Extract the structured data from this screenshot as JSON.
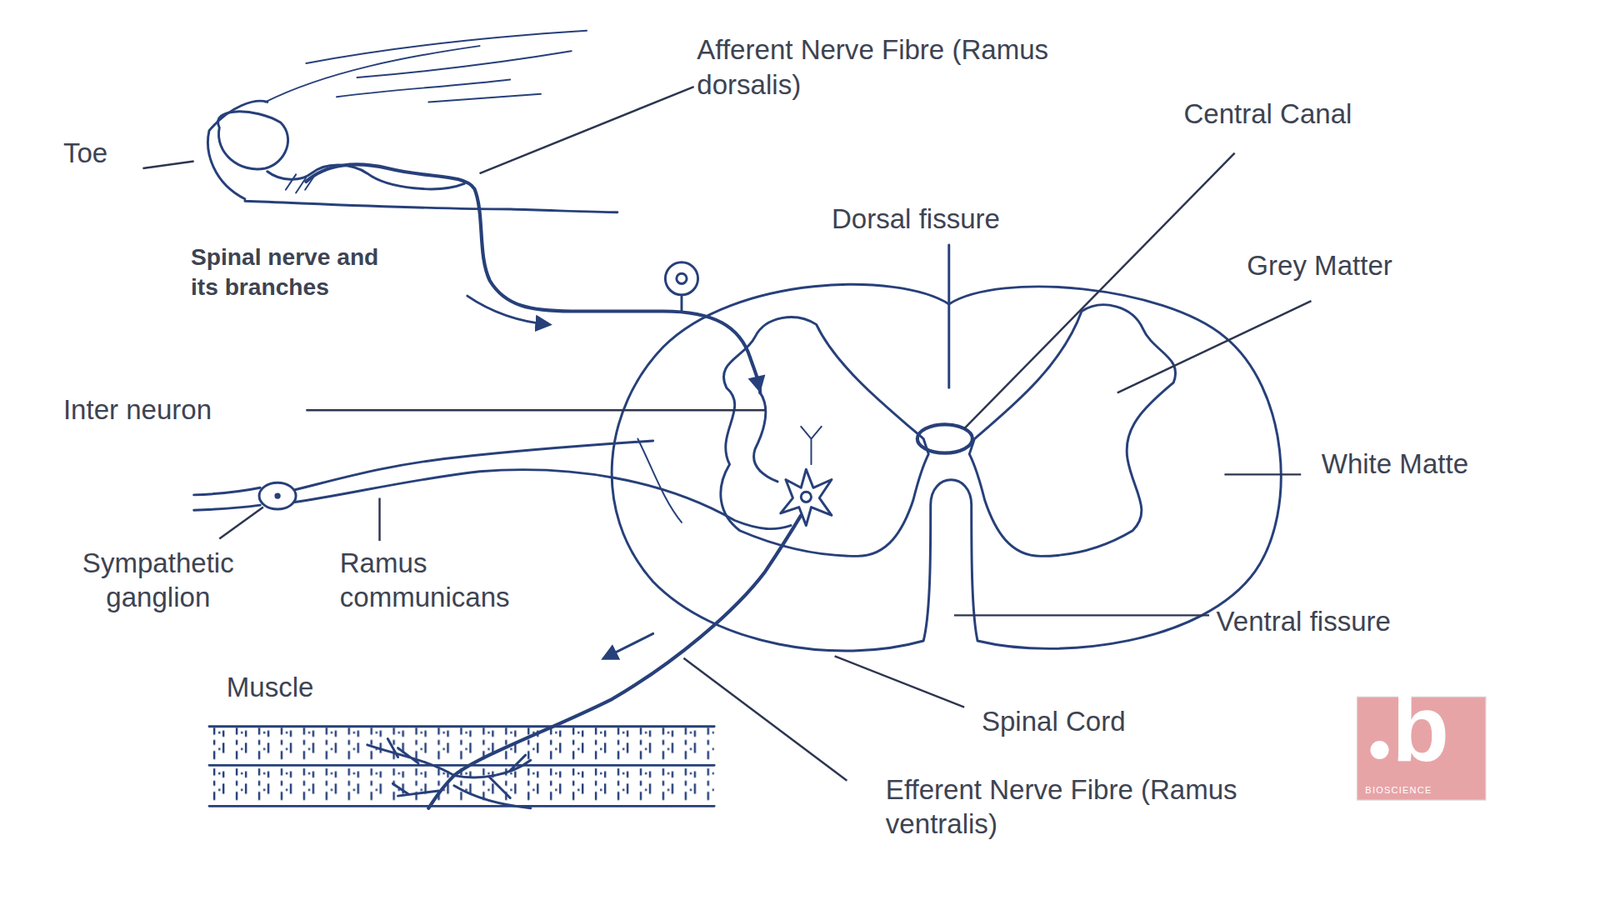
{
  "diagram": {
    "labels": [
      "Afferent Nerve Fibre (Ramus dorsalis)",
      "Toe",
      "Central Canal",
      "Dorsal fissure",
      "Spinal nerve and its branches",
      "Grey Matter",
      "Inter neuron",
      "White Matte",
      "Sympathetic ganglion",
      "Ramus communicans",
      "Ventral fissure",
      "Muscle",
      "Spinal Cord",
      "b",
      "Efferent Nerve Fibre (Ramus ventralis)",
      "BIOSCIENCE"
    ]
  }
}
